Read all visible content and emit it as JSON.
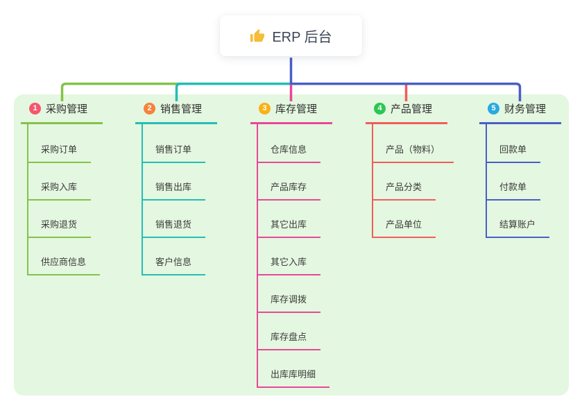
{
  "root": {
    "title": "ERP 后台",
    "icon": "thumbs-up-icon"
  },
  "colors": {
    "page_bg": "#ffffff",
    "panel_bg": "#e4f7e0",
    "stem": "#4a5ec6",
    "root_text": "#3b4456",
    "node_text": "#333333",
    "thumb_gold": "#f4bd3a"
  },
  "branches": [
    {
      "badge": "1",
      "badge_color": "#f5566e",
      "line_color": "#84c24a",
      "label": "采购管理",
      "children": [
        "采购订单",
        "采购入库",
        "采购退货",
        "供应商信息"
      ]
    },
    {
      "badge": "2",
      "badge_color": "#f7823a",
      "line_color": "#23bdb4",
      "label": "销售管理",
      "children": [
        "销售订单",
        "销售出库",
        "销售退货",
        "客户信息"
      ]
    },
    {
      "badge": "3",
      "badge_color": "#f9b115",
      "line_color": "#e84798",
      "label": "库存管理",
      "children": [
        "仓库信息",
        "产品库存",
        "其它出库",
        "其它入库",
        "库存调拨",
        "库存盘点",
        "出库库明细"
      ]
    },
    {
      "badge": "4",
      "badge_color": "#2dc653",
      "line_color": "#f15c5c",
      "label": "产品管理",
      "children": [
        "产品（物料）",
        "产品分类",
        "产品单位"
      ]
    },
    {
      "badge": "5",
      "badge_color": "#29a9e1",
      "line_color": "#4a5ec6",
      "label": "财务管理",
      "children": [
        "回款单",
        "付款单",
        "结算账户"
      ]
    }
  ]
}
